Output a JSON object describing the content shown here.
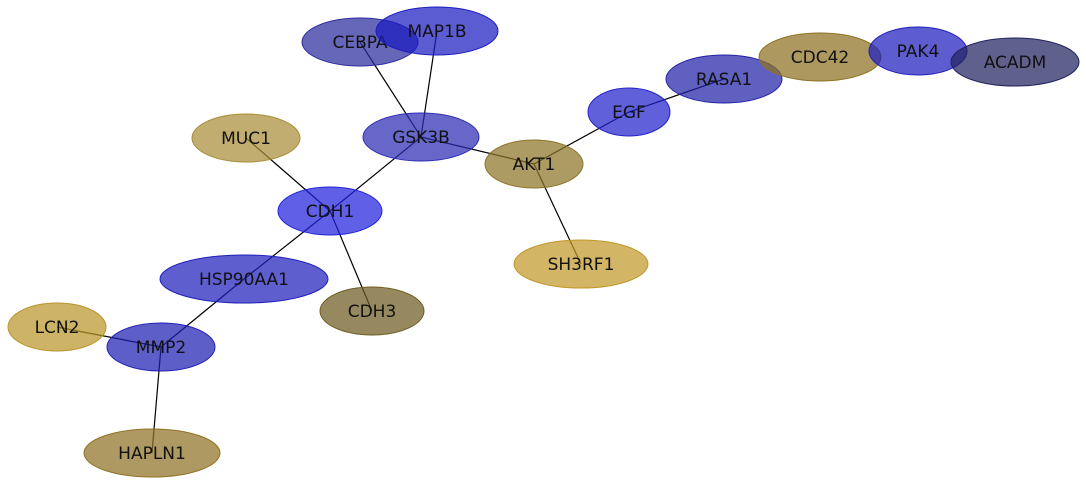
{
  "nodes": [
    {
      "id": "CEBPA",
      "label": "CEBPA",
      "color": "#2c2ca0"
    },
    {
      "id": "MAP1B",
      "label": "MAP1B",
      "color": "#1c1cc0"
    },
    {
      "id": "GSK3B",
      "label": "GSK3B",
      "color": "#2d2db4"
    },
    {
      "id": "MUC1",
      "label": "MUC1",
      "color": "#a88e38"
    },
    {
      "id": "AKT1",
      "label": "AKT1",
      "color": "#8d7528"
    },
    {
      "id": "EGF",
      "label": "EGF",
      "color": "#2222cc"
    },
    {
      "id": "RASA1",
      "label": "RASA1",
      "color": "#2222a8"
    },
    {
      "id": "CDC42",
      "label": "CDC42",
      "color": "#8e7122"
    },
    {
      "id": "PAK4",
      "label": "PAK4",
      "color": "#1f1fbe"
    },
    {
      "id": "ACADM",
      "label": "ACADM",
      "color": "#222260"
    },
    {
      "id": "CDH1",
      "label": "CDH1",
      "color": "#2222dc"
    },
    {
      "id": "SH3RF1",
      "label": "SH3RF1",
      "color": "#c0982a"
    },
    {
      "id": "HSP90AA1",
      "label": "HSP90AA1",
      "color": "#2020bc"
    },
    {
      "id": "CDH3",
      "label": "CDH3",
      "color": "#6e5c22"
    },
    {
      "id": "LCN2",
      "label": "LCN2",
      "color": "#b8952a"
    },
    {
      "id": "MMP2",
      "label": "MMP2",
      "color": "#2020b4"
    },
    {
      "id": "HAPLN1",
      "label": "HAPLN1",
      "color": "#907226"
    }
  ],
  "edges": [
    [
      "CEBPA",
      "GSK3B"
    ],
    [
      "MAP1B",
      "GSK3B"
    ],
    [
      "GSK3B",
      "CDH1"
    ],
    [
      "GSK3B",
      "AKT1"
    ],
    [
      "MUC1",
      "CDH1"
    ],
    [
      "AKT1",
      "EGF"
    ],
    [
      "AKT1",
      "SH3RF1"
    ],
    [
      "EGF",
      "RASA1"
    ],
    [
      "CDH1",
      "HSP90AA1"
    ],
    [
      "CDH1",
      "CDH3"
    ],
    [
      "HSP90AA1",
      "MMP2"
    ],
    [
      "LCN2",
      "MMP2"
    ],
    [
      "MMP2",
      "HAPLN1"
    ]
  ]
}
